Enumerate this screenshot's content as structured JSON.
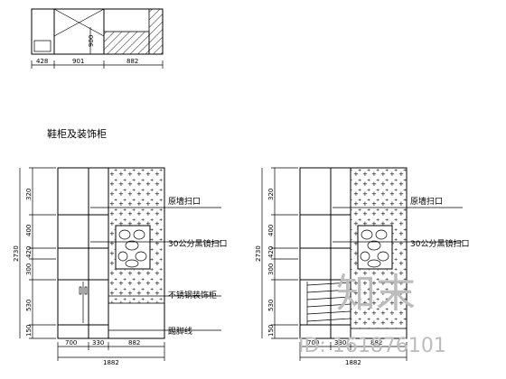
{
  "title": "鞋柜及装饰柜",
  "top_plan": {
    "dims": [
      "428",
      "901",
      "882"
    ],
    "side_label": "900"
  },
  "left_elevation": {
    "heights": [
      "320",
      "400",
      "420",
      "300",
      "530",
      "150"
    ],
    "total_height": "2730",
    "width_dims": [
      "700",
      "330",
      "882"
    ],
    "total_width": "1882",
    "labels": [
      "原墙扫口",
      "30公分黑镜扫口",
      "不锈钢装饰柜",
      "踢脚线"
    ]
  },
  "right_elevation": {
    "heights": [
      "320",
      "400",
      "420",
      "300",
      "530",
      "150"
    ],
    "total_height": "2730",
    "width_dims": [
      "700",
      "330",
      "882"
    ],
    "total_width": "1882",
    "labels": [
      "原墙扫口",
      "30公分黑镜扫口"
    ]
  },
  "watermark": {
    "text": "知末",
    "id": "ID: 161876101"
  },
  "colors": {
    "line": "#000000",
    "watermark": "#bdbdbd"
  }
}
